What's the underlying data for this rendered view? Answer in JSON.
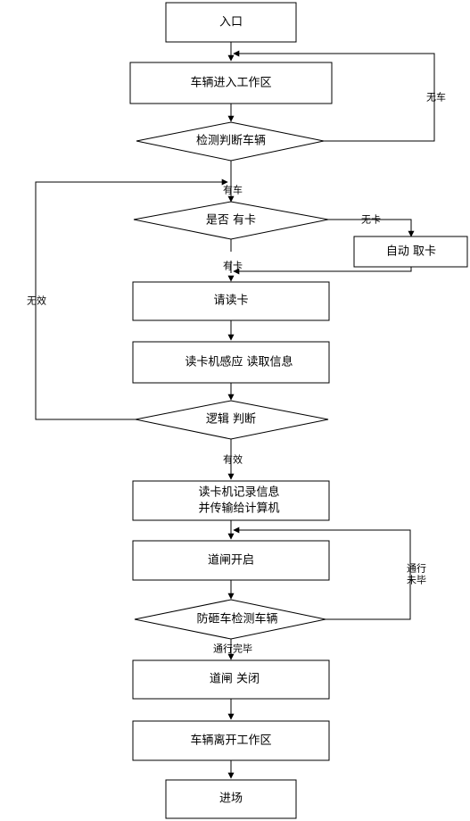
{
  "nodes": {
    "entrance": "入口",
    "enter_zone": "车辆进入工作区",
    "detect_vehicle": "检测判断车辆",
    "has_card": "是否 有卡",
    "auto_take_card": "自动 取卡",
    "request_read": "请读卡",
    "reader_sense": "读卡机感应 读取信息",
    "logic_judge": "逻辑 判断",
    "record_line1": "读卡机记录信息",
    "record_line2": "并传输给计算机",
    "gate_open": "道闸开启",
    "anti_smash": "防砸车检测车辆",
    "gate_close": "道闸 关闭",
    "leave_zone": "车辆离开工作区",
    "enter_park": "进场"
  },
  "edge_labels": {
    "no_vehicle": "无车",
    "has_vehicle": "有车",
    "no_card": "无卡",
    "has_card": "有卡",
    "invalid": "无效",
    "valid": "有效",
    "passing_line1": "通行",
    "passing_line2": "未毕",
    "passed": "通行完毕"
  }
}
